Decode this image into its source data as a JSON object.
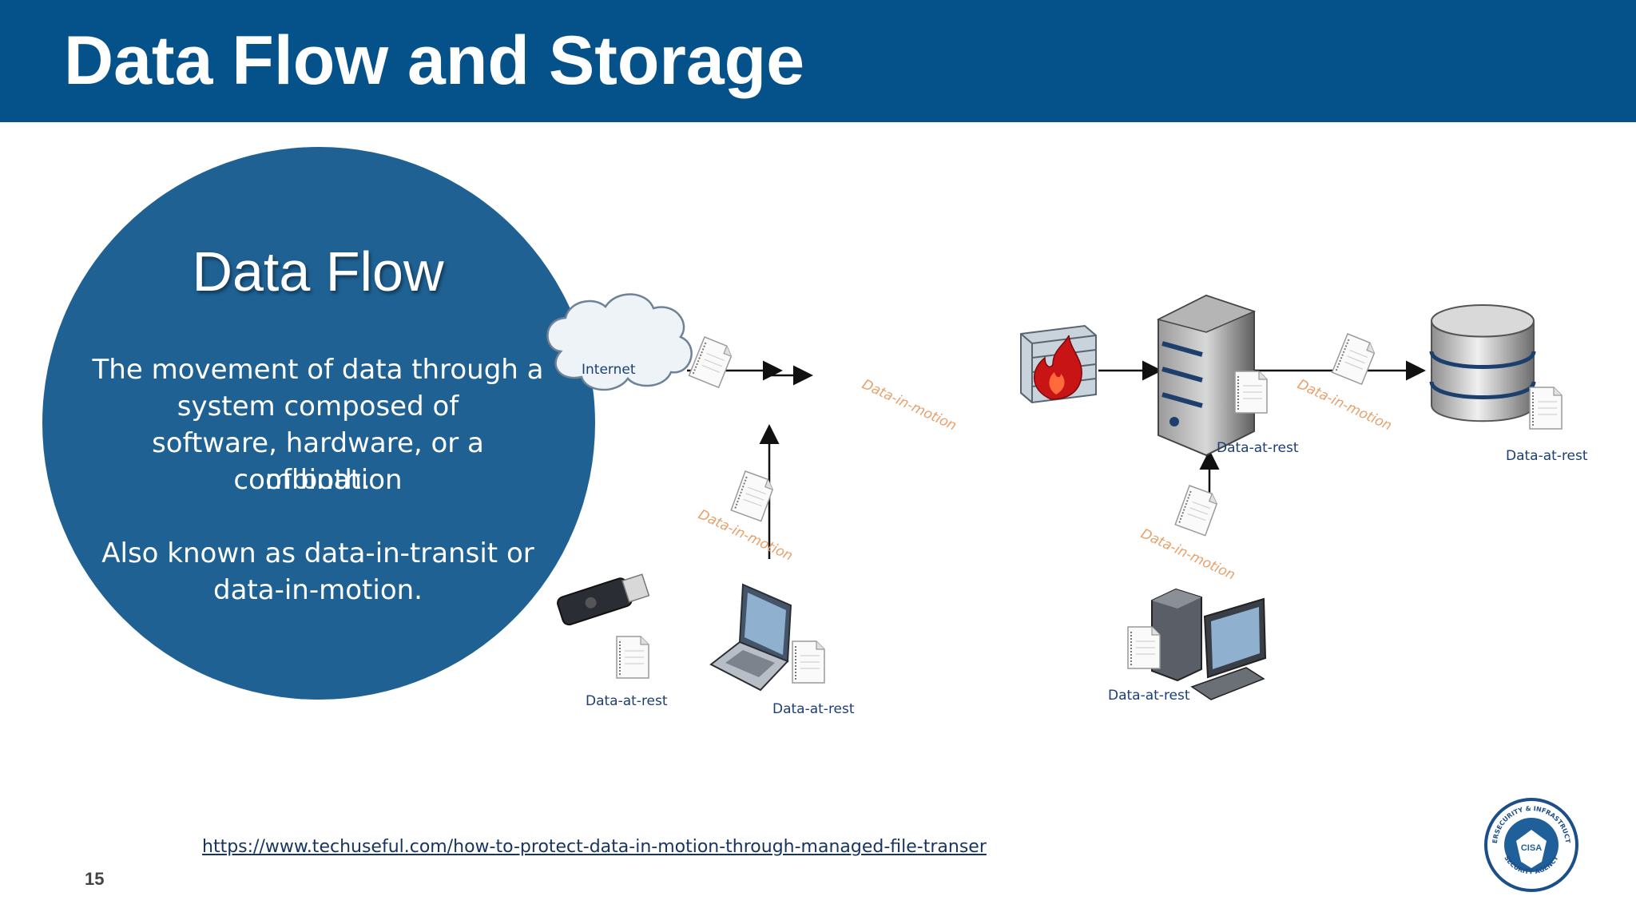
{
  "title": "Data Flow and Storage",
  "circle": {
    "heading": "Data Flow",
    "line1": "The movement of data through a",
    "line2": "system composed of",
    "line3": "software, hardware, or a combination",
    "line4": "of both.",
    "line5": "Also known as data-in-transit or",
    "line6": "data-in-motion."
  },
  "diagram": {
    "internet": "Internet",
    "motion_label": "Data-in-motion",
    "rest_label": "Data-at-rest",
    "icons": [
      "cloud-icon",
      "firewall-icon",
      "server-icon",
      "database-icon",
      "usb-drive-icon",
      "laptop-icon",
      "desktop-computer-icon",
      "document-icon"
    ]
  },
  "link": "https://www.techuseful.com/how-to-protect-data-in-motion-through-managed-file-transer",
  "page_number": "15",
  "logo": {
    "ring_text_top": "CYBERSECURITY & INFRASTRUCTURE",
    "ring_text_bottom": "SECURITY AGENCY",
    "center": "CISA"
  },
  "colors": {
    "header": "#05528b",
    "circle": "#1f6193",
    "motion_label": "#e8a06a",
    "rest_label": "#1c3f75"
  }
}
